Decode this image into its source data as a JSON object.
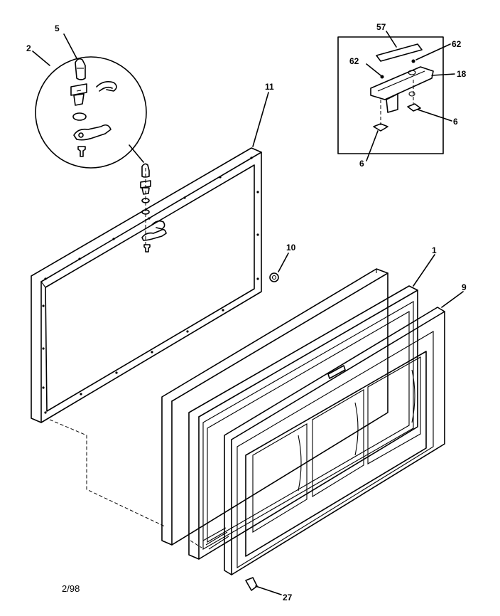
{
  "diagram": {
    "callouts": {
      "c5": "5",
      "c2": "2",
      "c11": "11",
      "c57": "57",
      "c62a": "62",
      "c62b": "62",
      "c18": "18",
      "c6a": "6",
      "c6b": "6",
      "c10": "10",
      "c1": "1",
      "c9": "9",
      "c27": "27"
    },
    "footer_note": "2/98",
    "line_color": "#000000",
    "background": "#ffffff"
  }
}
